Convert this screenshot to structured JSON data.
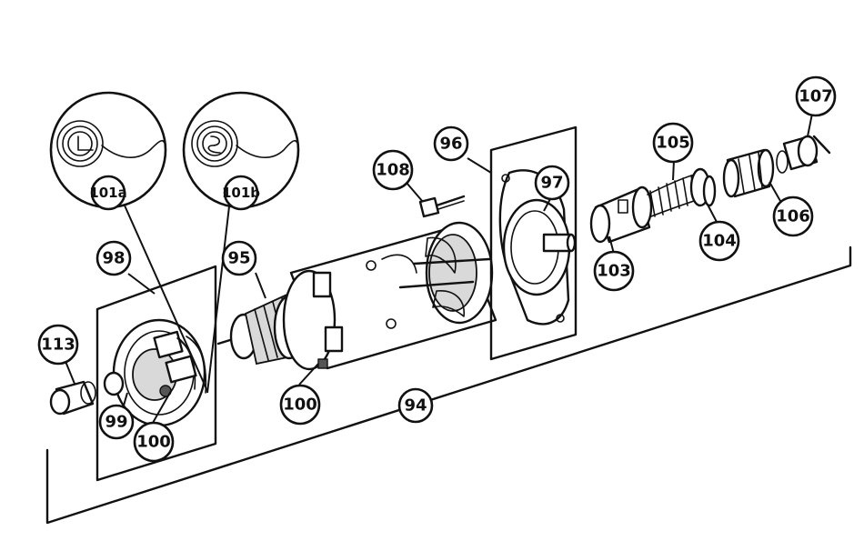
{
  "callouts": {
    "c94": "94",
    "c95": "95",
    "c96": "96",
    "c97": "97",
    "c98": "98",
    "c99": "99",
    "c100a": "100",
    "c100b": "100",
    "c101a": "101a",
    "c101b": "101b",
    "c103": "103",
    "c104": "104",
    "c105": "105",
    "c106": "106",
    "c107": "107",
    "c108": "108",
    "c113": "113"
  }
}
